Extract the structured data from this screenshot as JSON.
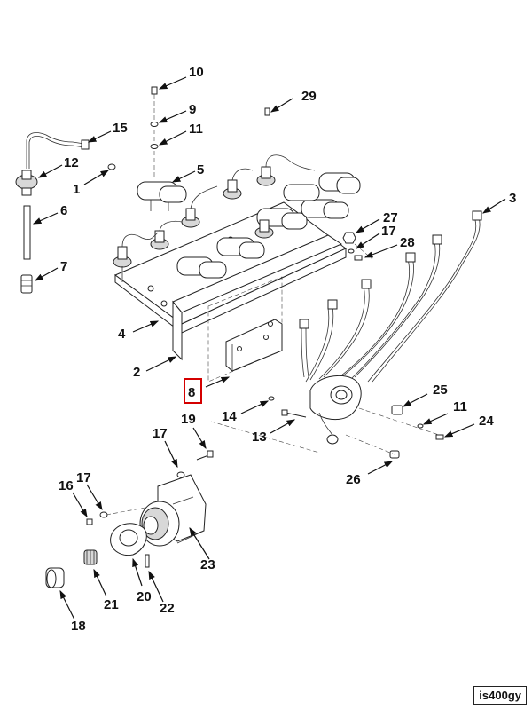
{
  "figure_code": "is400gy",
  "highlight_callout": "8",
  "callouts": {
    "c1": "1",
    "c2": "2",
    "c3": "3",
    "c4": "4",
    "c5": "5",
    "c6": "6",
    "c7": "7",
    "c8": "8",
    "c9": "9",
    "c10": "10",
    "c11a": "11",
    "c11b": "11",
    "c12": "12",
    "c13": "13",
    "c14": "14",
    "c15": "15",
    "c16": "16",
    "c17a": "17",
    "c17b": "17",
    "c17c": "17",
    "c18": "18",
    "c19": "19",
    "c20": "20",
    "c21": "21",
    "c22": "22",
    "c23": "23",
    "c24": "24",
    "c25": "25",
    "c26": "26",
    "c27": "27",
    "c28": "28",
    "c29": "29"
  },
  "colors": {
    "highlight": "#d40000",
    "line": "#222222",
    "shade": "#d8d8d8"
  }
}
